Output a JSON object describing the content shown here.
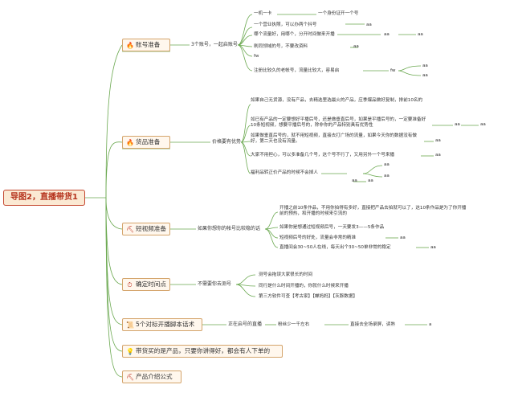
{
  "root": "导图2，直播带货1",
  "topics": [
    {
      "id": "t1",
      "icon": "flame-icon",
      "label": "账号准备",
      "note": "3个账号，一起启账号",
      "items": [
        "一机一卡",
        "一个身份证开一个号",
        "一个营业执照，可以办两个抖号",
        "aa",
        "哪个流量好，用哪个，分开时间做来开播",
        "aa",
        "aa",
        "刷同领域的号，不要改资料",
        "aa",
        "fw",
        "注册比较久的老帐号，流量比较大，容易启",
        "fw",
        "aa",
        "aa"
      ]
    },
    {
      "id": "t2",
      "icon": "fire-icon",
      "label": "货品准备",
      "note": "价格要有优势",
      "items": [
        "如果自己无货源，没有产品，去精选里选最火的产品，应季爆品做好复制，排前10名的",
        "如已有产品的一定要想好平播后号，还是做垂直后号，如果是平播后号的，一定要准备好10条短视频，想要平播后号的，除非你的产品特别具有优势性",
        "aa",
        "aa",
        "如果做垂直后号的，就不用短视频，直接去打广场的流量，如果今天你的数据没有做好，第二天也没有流量。",
        "aa",
        "大家不用担心，可以多准备几个号，这个号不行了，又用另外一个号来播",
        "aa",
        "福利品转正价产品的时候不会掉人",
        "aa",
        "aa",
        "aa",
        "aa"
      ]
    },
    {
      "id": "t3",
      "icon": "pickaxe-icon",
      "label": "短视频准备",
      "note": "如果你想你的帐号比较稳的话",
      "items": [
        "开播之前10条作品，不用你拍得有多好，直接把产品去拍就可以了，这10条作品是为了你开播前的预热，和开播的时候来引流的",
        "如果你是想通过短视频后号，一天要发3——5条作品",
        "短视频后号的好处，流量会非常的精准",
        "aa",
        "直播间会30~50人在线，每天出个30~50单非常的稳定",
        "aa"
      ]
    },
    {
      "id": "t4",
      "icon": "clock-icon",
      "label": "确定时间点",
      "note": "不需要你去测号",
      "items": [
        "测号会拖误大家很长的时间",
        "同行是什么时间开播的，你就什么时候来开播",
        "第三方软件可查【考古家】【蝉妈妈】【灰豚数据】"
      ]
    },
    {
      "id": "t5",
      "icon": "script-icon",
      "label": "5个对标开播脚本话术",
      "note": "正在启号的直播",
      "items": [
        "粉丝少一千左右",
        "直接去全场录屏，读熟",
        "a"
      ]
    },
    {
      "id": "t6",
      "icon": "bulb-icon",
      "label": "带货买的是产品，只要你讲得好，都会有人下单的",
      "note": "",
      "items": []
    },
    {
      "id": "t7",
      "icon": "pickaxe-icon",
      "label": "产品介绍公式",
      "note": "",
      "items": []
    }
  ],
  "colors": {
    "line": "#6aa84f",
    "root_border": "#c4472f",
    "topic_border": "#d4a46b",
    "root_bg": "#fbe9d3"
  }
}
